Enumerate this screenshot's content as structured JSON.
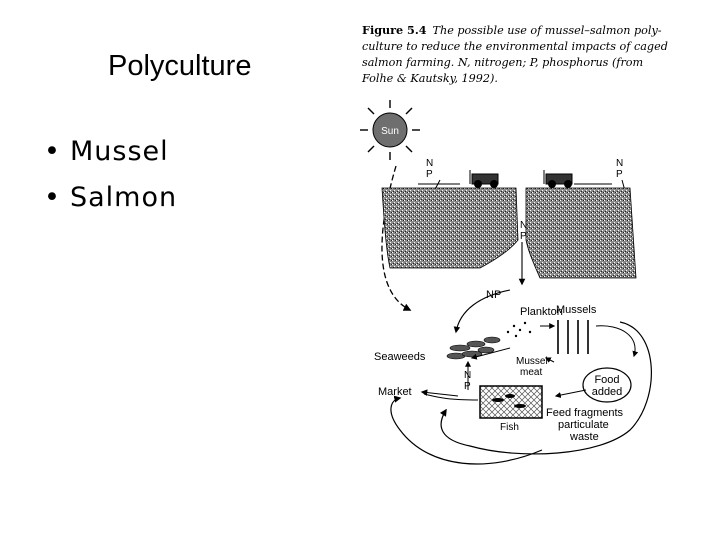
{
  "slide": {
    "title": "Polyculture",
    "bullets": [
      "Mussel",
      "Salmon"
    ],
    "bullet_glyph": "•"
  },
  "figure": {
    "number": "Figure 5.4",
    "caption_lines": [
      "The possible use of mussel–salmon poly-",
      "culture to reduce the environmental impacts of caged",
      "salmon farming. N, nitrogen; P, phosphorus (from",
      "Folhe & Kautsky, 1992)."
    ]
  },
  "diagram": {
    "sun_label": "Sun",
    "n_symbol": "N",
    "p_symbol": "P",
    "np_label": "NP",
    "plankton": "Plankton",
    "mussels": "Mussels",
    "seaweeds": "Seaweeds",
    "mussel_meat": [
      "Mussel",
      "meat"
    ],
    "market": "Market",
    "food_added": [
      "Food",
      "added"
    ],
    "feed_fragments": [
      "Feed fragments",
      "particulate",
      "waste"
    ],
    "fish": "Fish"
  }
}
